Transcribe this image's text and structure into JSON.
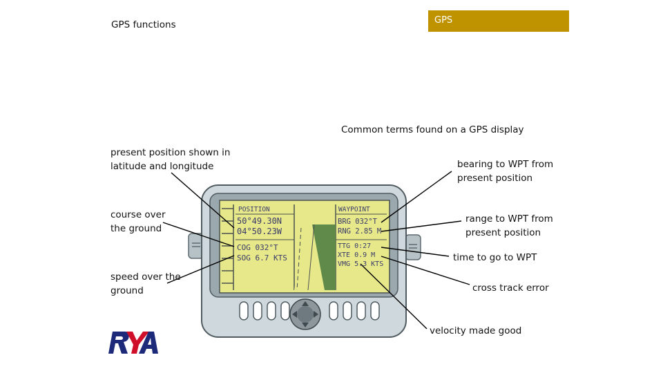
{
  "header": {
    "left_title": "GPS functions",
    "banner_label": "GPS",
    "banner_color": "#bf9300"
  },
  "subtitle": "Common terms found on a GPS display",
  "labels": {
    "present_position": [
      "present position shown in",
      "latitude and longitude"
    ],
    "course_over_ground": [
      "course over",
      "the ground"
    ],
    "speed_over_ground": [
      "speed over the",
      "ground"
    ],
    "bearing_to_wpt": [
      "bearing to WPT from",
      "present position"
    ],
    "range_to_wpt": [
      "range to WPT from",
      "present position"
    ],
    "time_to_go": "time to go to WPT",
    "cross_track_error": "cross track error",
    "velocity_made_good": "velocity made good"
  },
  "display": {
    "position_header": "POSITION",
    "waypoint_header": "WAYPOINT",
    "lat": "50°49.30N",
    "lon": "04°50.23W",
    "cog": "COG 032°T",
    "sog": "SOG 6.7 KTS",
    "brg": "BRG 032°T",
    "rng": "RNG 2.85 M",
    "ttg": "TTG 0:27",
    "xte": "XTE 0.9 M",
    "vmg": "VMG 5.3 KTS"
  },
  "logo": "RYA",
  "colors": {
    "lcd": "#e6e88a",
    "device_body": "#cfd8dc",
    "logo_red": "#d0102a",
    "logo_blue": "#1d2a7a"
  }
}
